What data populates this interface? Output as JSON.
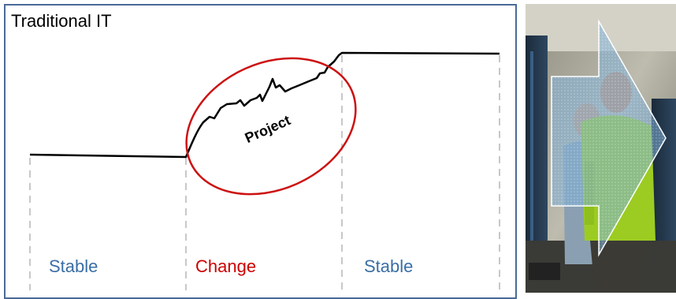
{
  "diagram": {
    "title": "Traditional IT",
    "phases": [
      {
        "label": "Stable",
        "color": "#3a6ea5"
      },
      {
        "label": "Change",
        "color": "#cc0000"
      },
      {
        "label": "Stable",
        "color": "#3a6ea5"
      }
    ],
    "highlight": {
      "label": "Project",
      "color": "#cc1111"
    },
    "colors": {
      "border": "#4a6a99",
      "line": "#000000",
      "divider": "#c8c8c8"
    }
  },
  "photo": {
    "description_icon": "server-room-photo-with-arrow-icon"
  }
}
